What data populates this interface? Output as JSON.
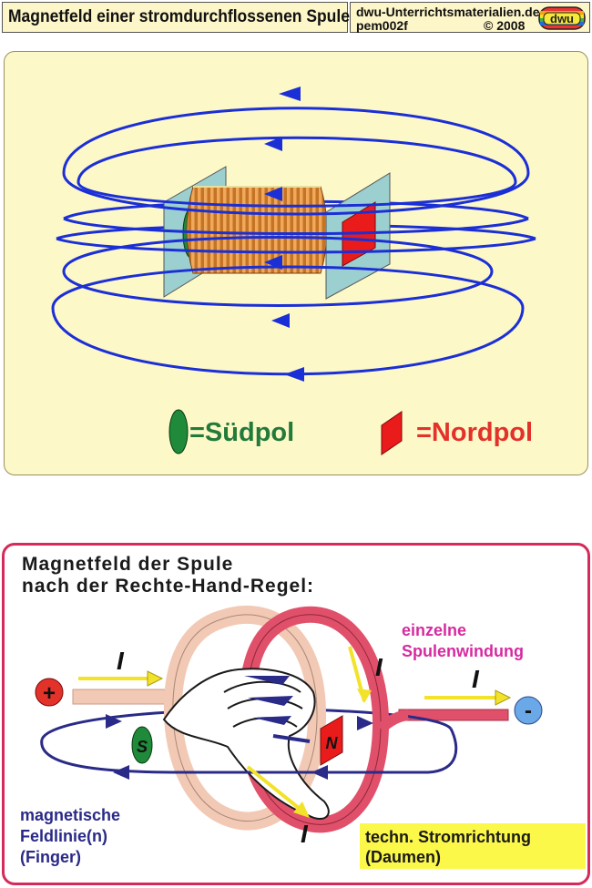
{
  "header": {
    "title": "Magnetfeld einer stromdurchflossenen Spule:",
    "site": "dwu-Unterrichtsmaterialien.de",
    "code": "pem002f",
    "copyright": "© 2008",
    "logo_text": "dwu"
  },
  "top_panel": {
    "south_label": "=Südpol",
    "north_label": "=Nordpol"
  },
  "bottom_panel": {
    "heading_line1": "Magnetfeld der Spule",
    "heading_line2": "nach der Rechte-Hand-Regel:",
    "winding_label_line1": "einzelne",
    "winding_label_line2": "Spulenwindung",
    "fieldline_label_line1": "magnetische",
    "fieldline_label_line2": "Feldlinie(n)",
    "fieldline_label_line3": "(Finger)",
    "current_label_line1": "techn. Stromrichtung",
    "current_label_line2": "(Daumen)",
    "current_symbol": "I",
    "plus_symbol": "+",
    "minus_symbol": "-",
    "s_symbol": "S",
    "n_symbol": "N"
  },
  "colors": {
    "field_line": "#1b2fd6",
    "coil": "#d98a2e",
    "south": "#1e8a3a",
    "north": "#ea1b1b",
    "plate": "#9ccfcf",
    "panel_border": "#d52a5a",
    "ring_light": "#f2c9b4",
    "ring_dark": "#e0506a"
  }
}
